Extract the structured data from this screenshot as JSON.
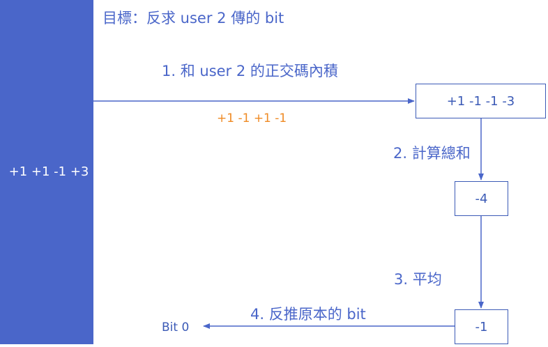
{
  "title": "目標：反求 user 2 傳的 bit",
  "received_signal": "+1 +1 -1 +3",
  "steps": [
    {
      "label": "1. 和 user 2 的正交碼內積"
    },
    {
      "label": "2. 計算總和"
    },
    {
      "label": "3. 平均"
    },
    {
      "label": "4. 反推原本的 bit"
    }
  ],
  "code": "+1 -1 +1 -1",
  "boxes": {
    "product": "+1 -1 -1 -3",
    "sum": "-4",
    "average": "-1"
  },
  "result": "Bit 0",
  "colors": {
    "bar": "#4a66c9",
    "arrow": "#4a66c9",
    "code": "#ef8a24"
  }
}
